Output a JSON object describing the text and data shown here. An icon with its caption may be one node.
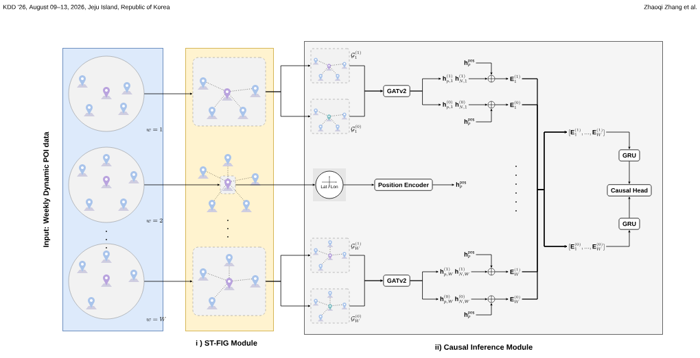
{
  "diagram": {
    "nodes": [
      {
        "text": [
          "Input: Weekly Dynamic POI data"
        ]
      },
      {
        "text": [],
        "shape": "circle",
        "in": 0,
        "beside": [
          "w = 1"
        ]
      },
      {
        "text": [],
        "shape": "circle",
        "in": 0,
        "beside": [
          "w = 2"
        ]
      },
      {
        "text": [],
        "shape": "circle",
        "in": 0,
        "beside": [
          "w = W"
        ]
      },
      {
        "text": [
          "i ) ST-FIG Module"
        ]
      },
      {
        "text": [],
        "shape": "box",
        "in": 4
      },
      {
        "text": [],
        "shape": "box",
        "in": 4
      },
      {
        "text": [],
        "shape": "box",
        "in": 4
      },
      {
        "text": [
          "ii) Causal Inference Module"
        ]
      },
      {
        "text": [],
        "shape": "box",
        "in": 8,
        "beside": [
          "\\mathcal{G}_1^{(1)}"
        ]
      },
      {
        "text": [],
        "shape": "box",
        "in": 8,
        "beside": [
          "\\mathcal{G}_1^{(0)}"
        ]
      },
      {
        "text": [
          "GATv2"
        ],
        "in": 8
      },
      {
        "text": [
          "\\mathbf{h}_{p,1}^{(1)}\\;\\mathbf{h}_{N,1}^{(1)}"
        ],
        "in": 8
      },
      {
        "text": [
          "\\mathbf{h}_p^{\\mathrm{pos}}"
        ],
        "in": 8
      },
      {
        "text": [],
        "shape": "circle",
        "in": 8
      },
      {
        "text": [
          "\\mathbf{E}_1^{(1)}"
        ],
        "in": 8
      },
      {
        "text": [
          "\\mathbf{h}_{p,1}^{(0)}\\;\\mathbf{h}_{N,1}^{(0)}"
        ],
        "in": 8
      },
      {
        "text": [
          "\\mathbf{h}_p^{\\mathrm{pos}}"
        ],
        "in": 8
      },
      {
        "text": [],
        "shape": "circle",
        "in": 8
      },
      {
        "text": [
          "\\mathbf{E}_1^{(0)}"
        ],
        "in": 8
      },
      {
        "text": [
          "Lat / Lon"
        ],
        "in": 8
      },
      {
        "text": [
          "Position Encoder"
        ],
        "in": 8
      },
      {
        "text": [
          "\\mathbf{h}_p^{\\mathrm{pos}}"
        ],
        "in": 8
      },
      {
        "text": [],
        "shape": "box",
        "in": 8,
        "beside": [
          "\\mathcal{G}_W^{(1)}"
        ]
      },
      {
        "text": [],
        "shape": "box",
        "in": 8,
        "beside": [
          "\\mathcal{G}_W^{(0)}"
        ]
      },
      {
        "text": [
          "GATv2"
        ],
        "in": 8
      },
      {
        "text": [
          "\\mathbf{h}_{p,W}^{(1)}\\,\\mathbf{h}_{N,W}^{(1)}"
        ],
        "in": 8
      },
      {
        "text": [
          "\\mathbf{h}_p^{\\mathrm{pos}}"
        ],
        "in": 8
      },
      {
        "text": [],
        "shape": "circle",
        "in": 8
      },
      {
        "text": [
          "\\mathbf{E}_W^{(1)}"
        ],
        "in": 8
      },
      {
        "text": [
          "\\mathbf{h}_{p,W}^{(0)}\\,\\mathbf{h}_{N,W}^{(0)}"
        ],
        "in": 8
      },
      {
        "text": [
          "\\mathbf{h}_p^{\\mathrm{pos}}"
        ],
        "in": 8
      },
      {
        "text": [],
        "shape": "circle",
        "in": 8
      },
      {
        "text": [
          "\\mathbf{E}_W^{(0)}"
        ],
        "in": 8
      },
      {
        "text": [
          "[\\mathbf{E}_1^{(1)}, ..., \\mathbf{E}_W^{(1)}]"
        ],
        "in": 8
      },
      {
        "text": [
          "[\\mathbf{E}_1^{(0)}, ..., \\mathbf{E}_W^{(0)}]"
        ],
        "in": 8
      },
      {
        "text": [
          "GRU"
        ],
        "in": 8
      },
      {
        "text": [
          "Causal Head"
        ],
        "in": 8
      },
      {
        "text": [
          "GRU"
        ],
        "in": 8
      }
    ],
    "edges": [
      {
        "from": 1,
        "to": 5,
        "arrow": "to"
      },
      {
        "from": 2,
        "to": 6,
        "arrow": "to"
      },
      {
        "from": 3,
        "to": 7,
        "arrow": "to"
      },
      {
        "from": 5,
        "to": 9,
        "arrow": "to"
      },
      {
        "from": 5,
        "to": 10,
        "arrow": "to"
      },
      {
        "from": 6,
        "to": 20,
        "arrow": "to"
      },
      {
        "from": 7,
        "to": 23,
        "arrow": "to"
      },
      {
        "from": 7,
        "to": 24,
        "arrow": "to"
      },
      {
        "from": 9,
        "to": 11,
        "arrow": "to"
      },
      {
        "from": 10,
        "to": 11,
        "arrow": "to"
      },
      {
        "from": 11,
        "to": 12,
        "arrow": "to"
      },
      {
        "from": 11,
        "to": 16,
        "arrow": "to"
      },
      {
        "from": 12,
        "to": 14,
        "arrow": "to"
      },
      {
        "from": 13,
        "to": 14,
        "arrow": "to"
      },
      {
        "from": 14,
        "to": 15,
        "arrow": "to"
      },
      {
        "from": 16,
        "to": 18,
        "arrow": "to"
      },
      {
        "from": 17,
        "to": 18,
        "arrow": "to"
      },
      {
        "from": 18,
        "to": 19,
        "arrow": "to"
      },
      {
        "from": 20,
        "to": 21,
        "arrow": "to"
      },
      {
        "from": 21,
        "to": 22,
        "arrow": "to"
      },
      {
        "from": 23,
        "to": 25,
        "arrow": "to"
      },
      {
        "from": 24,
        "to": 25,
        "arrow": "to"
      },
      {
        "from": 25,
        "to": 26,
        "arrow": "to"
      },
      {
        "from": 25,
        "to": 30,
        "arrow": "to"
      },
      {
        "from": 26,
        "to": 28,
        "arrow": "to"
      },
      {
        "from": 27,
        "to": 28,
        "arrow": "to"
      },
      {
        "from": 28,
        "to": 29,
        "arrow": "to"
      },
      {
        "from": 30,
        "to": 32,
        "arrow": "to"
      },
      {
        "from": 31,
        "to": 32,
        "arrow": "to"
      },
      {
        "from": 32,
        "to": 33,
        "arrow": "to"
      },
      {
        "from": 15,
        "to": 34,
        "arrow": "to"
      },
      {
        "from": 15,
        "to": 35,
        "arrow": "to"
      },
      {
        "from": 19,
        "to": 34,
        "arrow": "to"
      },
      {
        "from": 19,
        "to": 35,
        "arrow": "to"
      },
      {
        "from": 29,
        "to": 34,
        "arrow": "to"
      },
      {
        "from": 29,
        "to": 35,
        "arrow": "to"
      },
      {
        "from": 33,
        "to": 34,
        "arrow": "to"
      },
      {
        "from": 33,
        "to": 35,
        "arrow": "to"
      },
      {
        "from": 34,
        "to": 36,
        "arrow": "to"
      },
      {
        "from": 36,
        "to": 37,
        "arrow": "to"
      },
      {
        "from": 38,
        "to": 37,
        "arrow": "to"
      },
      {
        "from": 35,
        "to": 38,
        "arrow": "to"
      }
    ],
    "labels": [
      "KDD '26, August 09–13, 2026, Jeju Island, Republic of Korea",
      "Zhaoqi Zhang et al."
    ]
  }
}
